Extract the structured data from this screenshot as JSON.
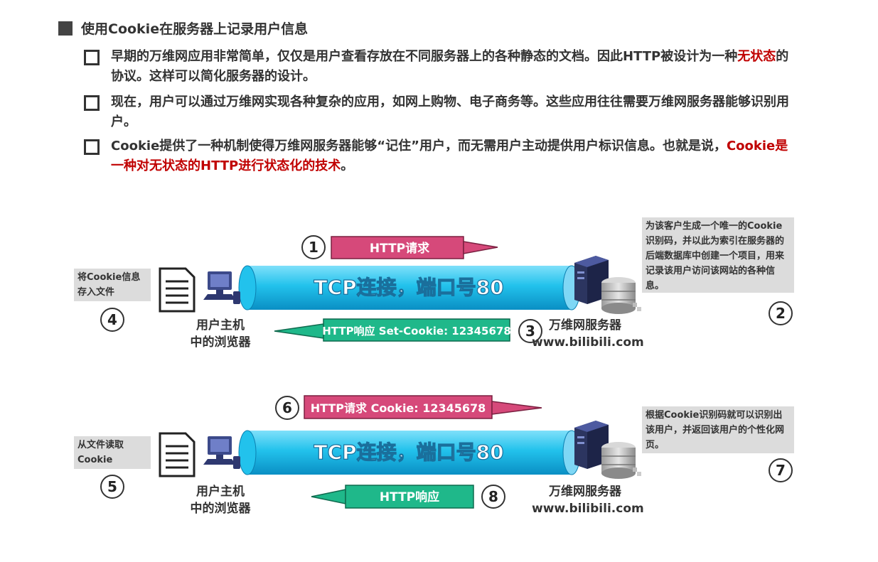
{
  "heading": "使用Cookie在服务器上记录用户信息",
  "bullets": [
    {
      "pre": "早期的万维网应用非常简单，仅仅是用户查看存放在不同服务器上的各种静态的文档。因此HTTP被设计为一种",
      "em": "无状态",
      "post": "的协议。这样可以简化服务器的设计。"
    },
    {
      "pre": "现在，用户可以通过万维网实现各种复杂的应用，如网上购物、电子商务等。这些应用往往需要万维网服务器能够识别用户。",
      "em": "",
      "post": ""
    },
    {
      "pre": "Cookie提供了一种机制使得万维网服务器能够“记住”用户，而无需用户主动提供用户标识信息。也就是说，",
      "em": "Cookie是一种对无状态的HTTP进行状态化的技术",
      "post": "。"
    }
  ],
  "diagram1": {
    "pipe_label": "TCP连接，端口号80",
    "req_label": "HTTP请求",
    "resp_label": "HTTP响应 Set-Cookie: 12345678",
    "client_note": "将Cookie信息存入文件",
    "server_note": "为该客户生成一个唯一的Cookie识别码，并以此为索引在服务器的后端数据库中创建一个项目，用来记录该用户访问该网站的各种信息。",
    "client_caption": [
      "用户主机",
      "中的浏览器"
    ],
    "server_caption": [
      "万维网服务器",
      "www.bilibili.com"
    ],
    "steps": {
      "req": "1",
      "server": "2",
      "resp": "3",
      "client": "4"
    }
  },
  "diagram2": {
    "pipe_label": "TCP连接，端口号80",
    "req_label": "HTTP请求  Cookie: 12345678",
    "resp_label": "HTTP响应",
    "client_note": "从文件读取Cookie",
    "server_note": "根据Cookie识别码就可以识别出该用户，并返回该用户的个性化网页。",
    "client_caption": [
      "用户主机",
      "中的浏览器"
    ],
    "server_caption": [
      "万维网服务器",
      "www.bilibili.com"
    ],
    "steps": {
      "req": "6",
      "server": "7",
      "resp": "8",
      "client": "5"
    }
  },
  "colors": {
    "request": "#d6497a",
    "response": "#1fb88a",
    "pipe": "#22c2ec",
    "emphasis": "#c00000"
  }
}
